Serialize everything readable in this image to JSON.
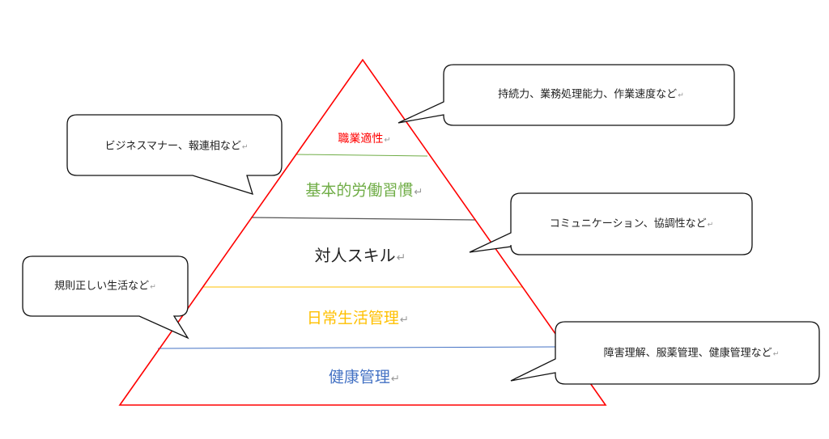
{
  "colors": {
    "triangle": "#ff0000",
    "level1": "#ff0000",
    "level2": "#70ad47",
    "level3": "#222222",
    "level4": "#ffc000",
    "level5": "#4472c4"
  },
  "return_mark": "↵",
  "pyramid": {
    "levels": [
      {
        "label": "職業適性"
      },
      {
        "label": "基本的労働習慣"
      },
      {
        "label": "対人スキル"
      },
      {
        "label": "日常生活管理"
      },
      {
        "label": "健康管理"
      }
    ]
  },
  "callouts": [
    {
      "text": "持続力、業務処理能力、作業速度など"
    },
    {
      "text": "ビジネスマナー、報連相など"
    },
    {
      "text": "コミュニケーション、協調性など"
    },
    {
      "text": "規則正しい生活など"
    },
    {
      "text": "障害理解、服薬管理、健康管理など"
    }
  ]
}
